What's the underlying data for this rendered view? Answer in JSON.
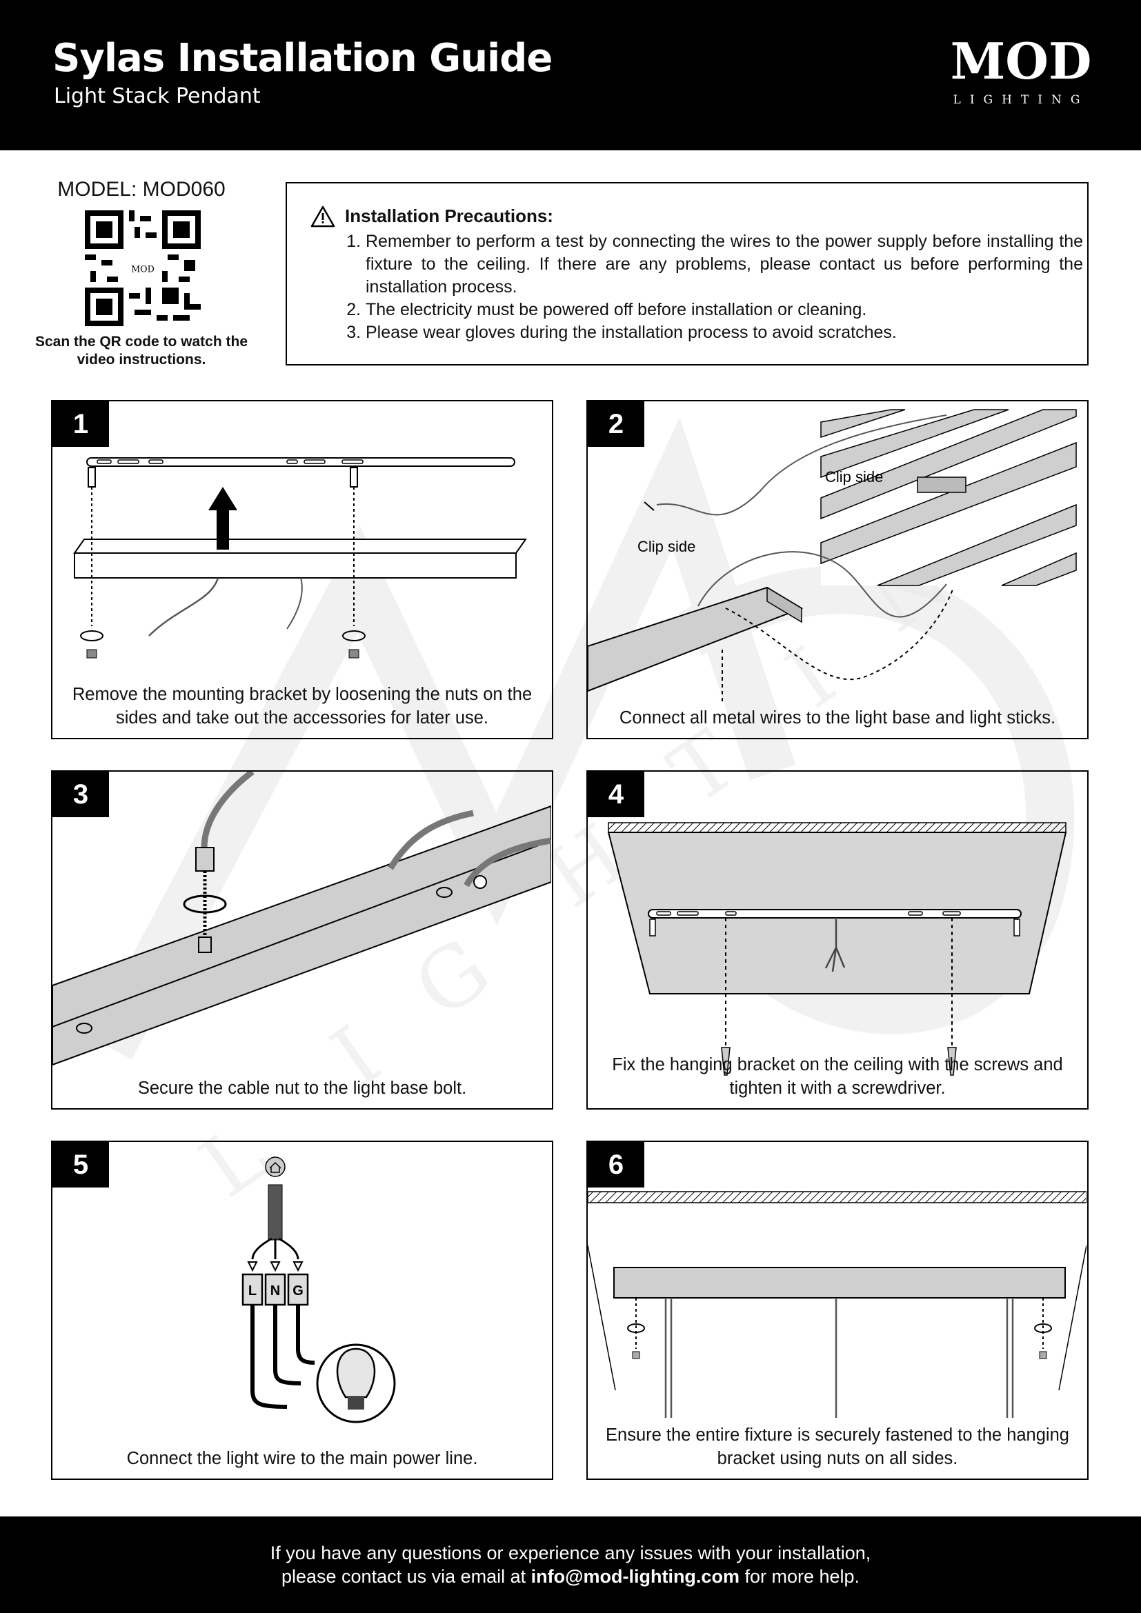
{
  "header": {
    "title": "Sylas Installation Guide",
    "subtitle": "Light Stack Pendant",
    "logo_text": "MOD",
    "logo_sub": "LIGHTING"
  },
  "model": {
    "label": "MODEL: MOD060",
    "qr_center": "MOD",
    "qr_caption": "Scan the QR code to watch the video instructions."
  },
  "precautions": {
    "title": "Installation Precautions:",
    "items": [
      "Remember to perform a test by connecting the wires to the power supply before installing the fixture to the ceiling. If there are any problems, please contact us before performing the installation process.",
      "The electricity must be powered off before installation or cleaning.",
      "Please wear gloves during the installation process to avoid scratches."
    ]
  },
  "steps": [
    {
      "number": "1",
      "caption": "Remove the mounting bracket by loosening the nuts on the sides and take out the accessories for later use."
    },
    {
      "number": "2",
      "caption": "Connect all metal wires to the light base and light sticks.",
      "label_a": "Clip side",
      "label_b": "Clip side"
    },
    {
      "number": "3",
      "caption": "Secure the cable nut to the light base bolt."
    },
    {
      "number": "4",
      "caption": "Fix the hanging bracket on the ceiling with the screws and tighten it with a screwdriver."
    },
    {
      "number": "5",
      "caption": "Connect the light wire to the main power line.",
      "terminals": [
        "L",
        "N",
        "G"
      ]
    },
    {
      "number": "6",
      "caption": "Ensure the entire fixture is securely fastened to the hanging bracket using nuts on all sides."
    }
  ],
  "footer": {
    "line1": "If you have any questions or experience any issues with your installation,",
    "line2_pre": "please contact us via email at ",
    "email": "info@mod-lighting.com",
    "line2_post": " for more help."
  }
}
